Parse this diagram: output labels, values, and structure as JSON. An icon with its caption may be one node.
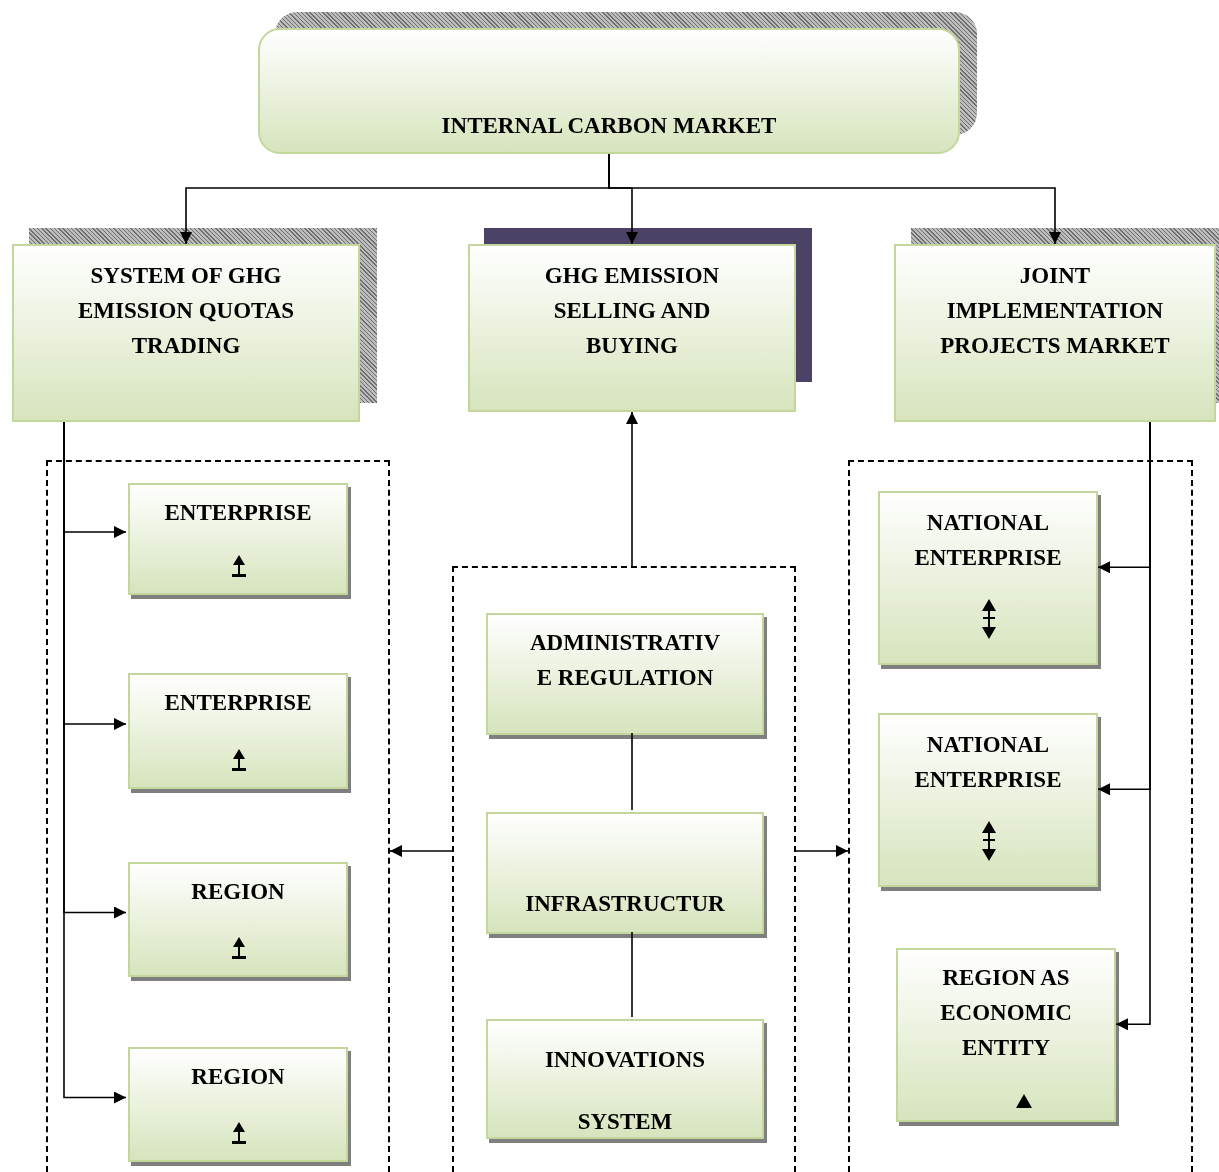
{
  "diagram": {
    "nodes": [
      {
        "text": [
          "INTERNAL CARBON MARKET"
        ]
      },
      {
        "text": [
          "SYSTEM OF GHG EMISSION QUOTAS TRADING"
        ]
      },
      {
        "text": [
          "GHG EMISSION SELLING AND BUYING"
        ]
      },
      {
        "text": [
          "JOINT IMPLEMENTATION PROJECTS MARKET"
        ]
      },
      {
        "text": [],
        "shape": "box"
      },
      {
        "text": [
          "ENTERPRISE"
        ],
        "in": 4
      },
      {
        "text": [
          "ENTERPRISE"
        ],
        "in": 4
      },
      {
        "text": [
          "REGION"
        ],
        "in": 4
      },
      {
        "text": [
          "REGION"
        ],
        "in": 4
      },
      {
        "text": [],
        "shape": "box"
      },
      {
        "text": [
          "ADMINISTRATIV E REGULATION"
        ],
        "in": 9
      },
      {
        "text": [
          "INFRASTRUCTUR"
        ],
        "in": 9
      },
      {
        "text": [
          "INNOVATIONS SYSTEM"
        ],
        "in": 9
      },
      {
        "text": [],
        "shape": "box"
      },
      {
        "text": [
          "NATIONAL ENTERPRISE"
        ],
        "in": 13
      },
      {
        "text": [
          "NATIONAL ENTERPRISE"
        ],
        "in": 13
      },
      {
        "text": [
          "REGION AS ECONOMIC ENTITY"
        ],
        "in": 13
      }
    ],
    "edges": [
      {
        "from": 0,
        "to": 1,
        "arrow": "to"
      },
      {
        "from": 0,
        "to": 2,
        "arrow": "to"
      },
      {
        "from": 0,
        "to": 3,
        "arrow": "to"
      },
      {
        "from": 1,
        "to": 5,
        "arrow": "to"
      },
      {
        "from": 1,
        "to": 6,
        "arrow": "to"
      },
      {
        "from": 1,
        "to": 7,
        "arrow": "to"
      },
      {
        "from": 1,
        "to": 8,
        "arrow": "to"
      },
      {
        "from": 9,
        "to": 2,
        "arrow": "to"
      },
      {
        "from": 9,
        "to": 4,
        "arrow": "to"
      },
      {
        "from": 9,
        "to": 13,
        "arrow": "to"
      },
      {
        "from": 3,
        "to": 14,
        "arrow": "to"
      },
      {
        "from": 3,
        "to": 15,
        "arrow": "to"
      },
      {
        "from": 3,
        "to": 16,
        "arrow": "to"
      },
      {
        "from": 10,
        "to": 11,
        "arrow": "none"
      },
      {
        "from": 11,
        "to": 12,
        "arrow": "none"
      }
    ]
  }
}
